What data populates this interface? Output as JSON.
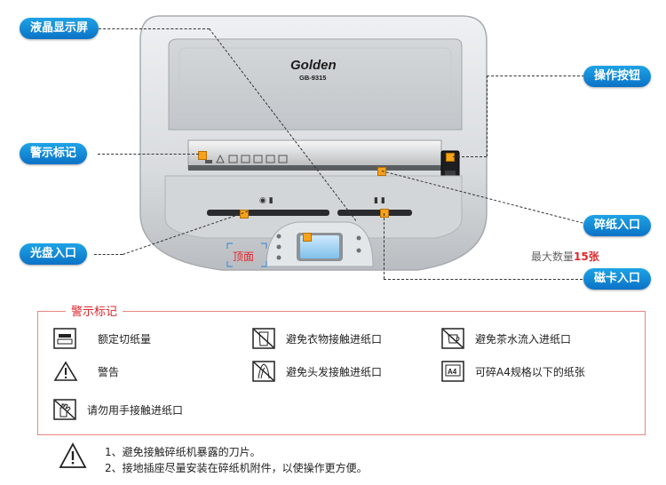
{
  "device": {
    "brand": "Golden",
    "model": "GB-9315",
    "top_label": "顶面"
  },
  "callouts": {
    "lcd": "液晶显示屏",
    "warning": "警示标记",
    "cd": "光盘入口",
    "buttons": "操作按钮",
    "paper": "碎纸入口",
    "card": "磁卡入口"
  },
  "max_qty": {
    "label": "最大数量",
    "value": "15张"
  },
  "warnings": {
    "title": "警示标记",
    "items": [
      "额定切纸量",
      "避免衣物接触进纸口",
      "避免茶水流入进纸口",
      "警告",
      "避免头发接触进纸口",
      "可碎A4规格以下的纸张",
      "请勿用手接触进纸口"
    ]
  },
  "notes": [
    "1、避免接触碎纸机暴露的刀片。",
    "2、接地插座尽量安装在碎纸机附件，以使操作更方便。"
  ],
  "colors": {
    "callout": "#1589d6",
    "marker": "#f7a21b",
    "accent_red": "#e0262b",
    "frame": "#e98580"
  }
}
